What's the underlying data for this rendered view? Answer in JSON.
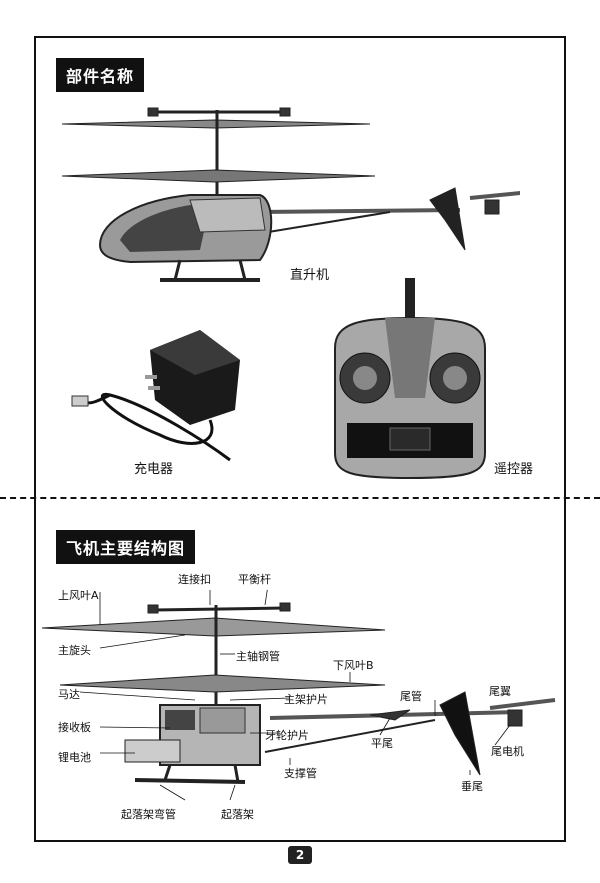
{
  "sections": {
    "parts_title": "部件名称",
    "structure_title": "飞机主要结构图"
  },
  "parts": {
    "helicopter": "直升机",
    "charger": "充电器",
    "remote": "遥控器"
  },
  "structure_labels": {
    "connector_clip": "连接扣",
    "balance_bar": "平衡杆",
    "upper_blade": "上风叶A",
    "main_rotor_head": "主旋头",
    "main_shaft": "主轴钢管",
    "lower_blade": "下风叶B",
    "motor": "马达",
    "main_frame_guard": "主架护片",
    "tail_tube": "尾管",
    "tail_wing": "尾翼",
    "receiver_board": "接收板",
    "gear_guard": "牙轮护片",
    "horizontal_tail": "平尾",
    "lithium_battery": "锂电池",
    "support_tube": "支撑管",
    "tail_motor": "尾电机",
    "vertical_tail": "垂尾",
    "landing_skid_bend": "起落架弯管",
    "landing_gear": "起落架"
  },
  "page_number": "2"
}
